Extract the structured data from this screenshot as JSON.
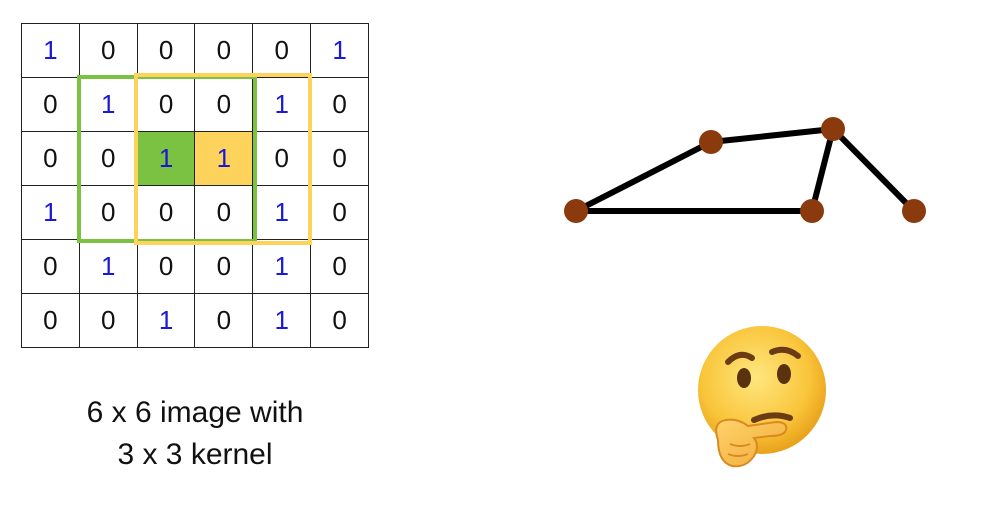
{
  "grid": {
    "rows": [
      [
        "1",
        "0",
        "0",
        "0",
        "0",
        "1"
      ],
      [
        "0",
        "1",
        "0",
        "0",
        "1",
        "0"
      ],
      [
        "0",
        "0",
        "1",
        "1",
        "0",
        "0"
      ],
      [
        "1",
        "0",
        "0",
        "0",
        "1",
        "0"
      ],
      [
        "0",
        "1",
        "0",
        "0",
        "1",
        "0"
      ],
      [
        "0",
        "0",
        "1",
        "0",
        "1",
        "0"
      ]
    ],
    "ones_color": "#1a1ad6",
    "zeros_color": "#111111",
    "highlight_green": "#7cc242",
    "highlight_yellow": "#fdd35b"
  },
  "caption": {
    "line1": "6 x 6 image with",
    "line2": "3 x 3 kernel"
  },
  "graph": {
    "node_color": "#8b3a0e",
    "edge_color": "#000000"
  },
  "emoji": {
    "name": "thinking-face-icon"
  }
}
